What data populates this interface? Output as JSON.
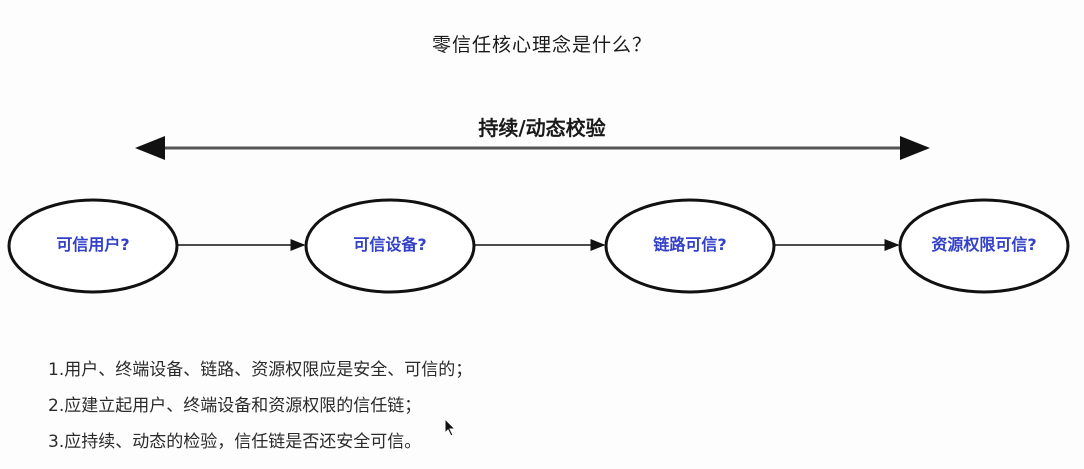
{
  "title": "零信任核心理念是什么？",
  "continuous_check": {
    "label": "持续/动态校验",
    "arrow": "double-headed"
  },
  "flow": {
    "nodes": [
      {
        "label": "可信用户?"
      },
      {
        "label": "可信设备?"
      },
      {
        "label": "链路可信?"
      },
      {
        "label": "资源权限可信?"
      }
    ],
    "node_text_color": "#3340c8"
  },
  "points": [
    "1.用户、终端设备、链路、资源权限应是安全、可信的；",
    "2.应建立起用户、终端设备和资源权限的信任链；",
    "3.应持续、动态的检验，信任链是否还安全可信。"
  ]
}
